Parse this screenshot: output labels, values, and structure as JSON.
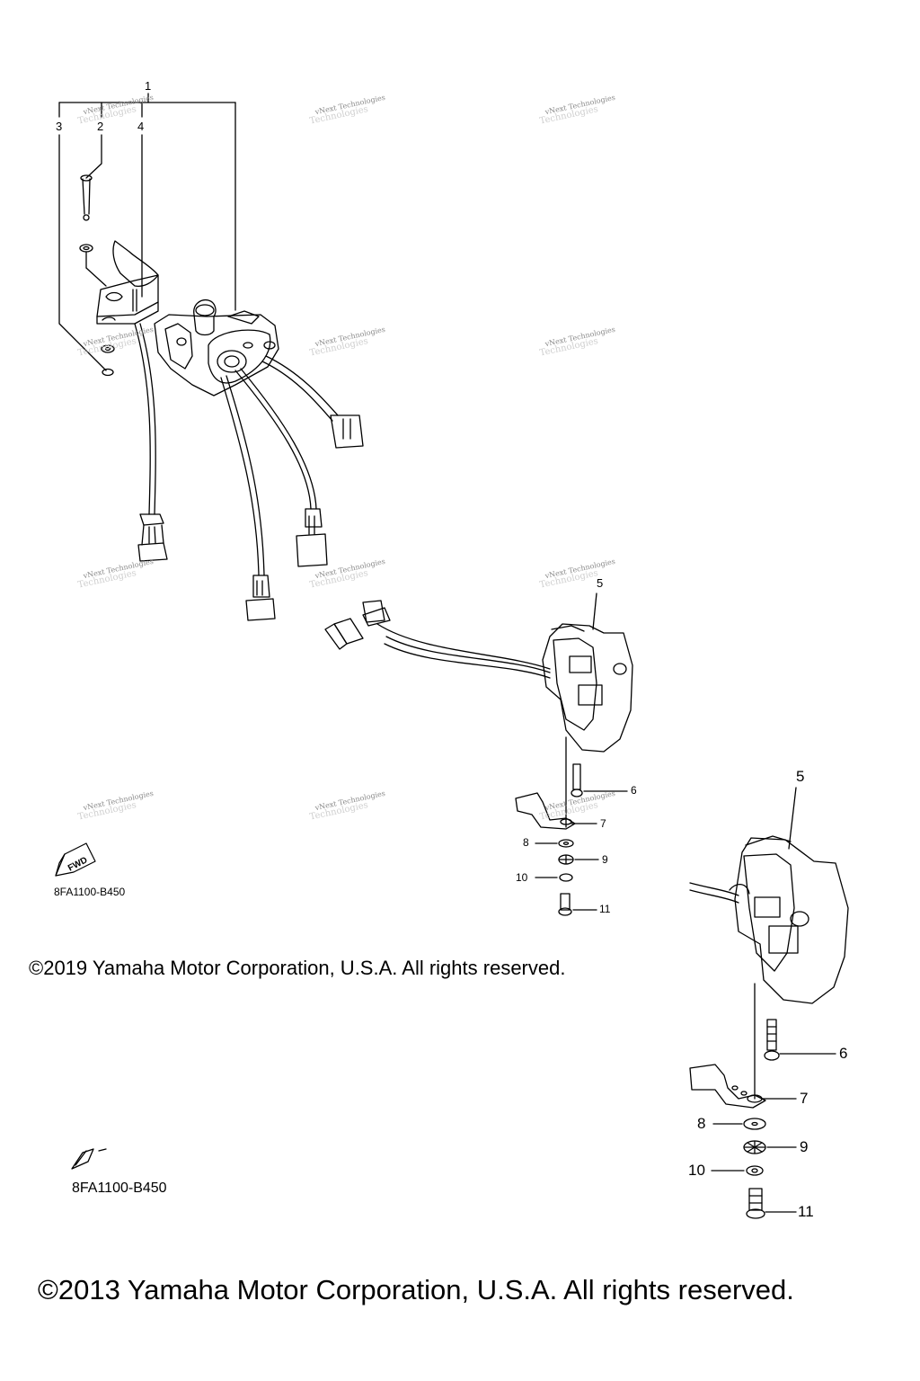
{
  "watermark": {
    "text": "vNext Technologies",
    "ghost_text": "Technologies"
  },
  "callouts": {
    "top": {
      "c1": "1",
      "c2": "2",
      "c3": "3",
      "c4": "4",
      "c5": "5",
      "c6": "6",
      "c7": "7",
      "c8": "8",
      "c9": "9",
      "c10": "10",
      "c11": "11"
    },
    "zoom": {
      "c5": "5",
      "c6": "6",
      "c7": "7",
      "c8": "8",
      "c9": "9",
      "c10": "10",
      "c11": "11"
    }
  },
  "fwd_label": "FWD",
  "diagram_codes": {
    "upper": "8FA1100-B450",
    "lower": "8FA1100-B450"
  },
  "copyright": {
    "upper": "©2019 Yamaha Motor Corporation, U.S.A. All rights reserved.",
    "lower": "©2013 Yamaha Motor Corporation, U.S.A. All rights reserved."
  }
}
